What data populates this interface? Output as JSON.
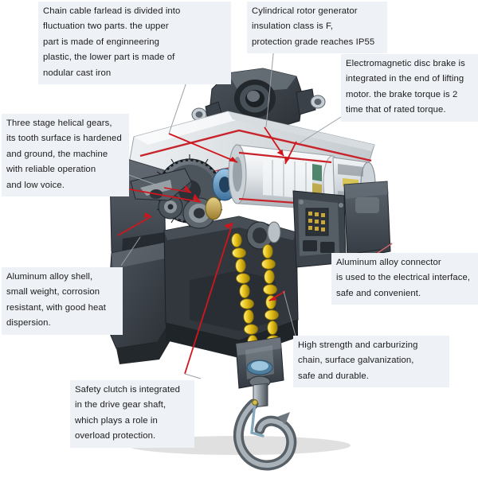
{
  "diagram": {
    "subject": "electric chain hoist cutaway",
    "background_color": "#ffffff",
    "callout_box_color": "#eef1f6",
    "leader_line_color": "#9aa0a6",
    "arrow_color": "#d0161c",
    "chain_color": "#e8c219",
    "body_color": "#3b4148",
    "motor_color": "#dfe3e6",
    "accent_red": "#c8232a"
  },
  "callouts": {
    "chain_farlead": {
      "name": "chain-cable-farlead",
      "text": "Chain cable farlead is divided into\nfluctuation two parts. the upper\npart is made of  enginneering\nplastic, the lower part is  made of\nnodular cast iron"
    },
    "rotor": {
      "name": "cylindrical-rotor-generator",
      "text": "Cylindrical rotor generator\ninsulation class is F,\nprotection grade reaches IP55"
    },
    "brake": {
      "name": "electromagnetic-disc-brake",
      "text": "Electromagnetic disc brake is\nintegrated in the end of lifting\nmotor. the brake torque is 2\ntime that of rated torque."
    },
    "gears": {
      "name": "three-stage-helical-gears",
      "text": "Three stage helical gears,\nits tooth surface is hardened\nand ground, the machine\nwith reliable operation\nand low voice."
    },
    "shell": {
      "name": "aluminum-alloy-shell",
      "text": "Aluminum alloy shell,\nsmall weight, corrosion\nresistant, with good heat\ndispersion."
    },
    "connector": {
      "name": "aluminum-alloy-connector",
      "text": "Aluminum alloy connector\nis used to the electrical interface,\nsafe and convenient."
    },
    "chain_strength": {
      "name": "high-strength-chain",
      "text": "High strength and carburizing\nchain, surface galvanization,\nsafe and durable."
    },
    "clutch": {
      "name": "safety-clutch",
      "text": "Safety clutch is integrated\nin the drive gear shaft,\nwhich plays a role in\noverload protection."
    }
  }
}
